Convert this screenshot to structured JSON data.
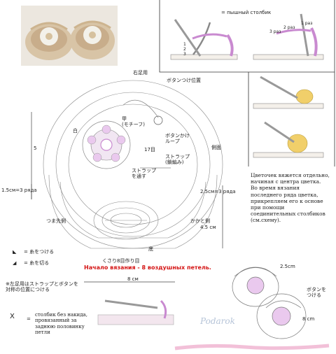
{
  "legend_top": {
    "symbol_desc": "= пышный столбик"
  },
  "step_numbers": {
    "n1": "1",
    "n2": "2",
    "n3": "3",
    "r1": "1 раз",
    "r2": "2 раз",
    "r3": "3 раз"
  },
  "right_foot_label": "右足用",
  "button_position_label": "ボタンつけ位置",
  "motif_labels": {
    "ko": "甲",
    "motif": "(モチーフ)",
    "white": "白"
  },
  "button_loop_label": "ボタンかけ\nループ",
  "loop_stitch_count": "17目",
  "strap_label": "ストラップ\n(鎖編み)",
  "strap_pass_label": "ストラップ\nを通す",
  "side_label": "側面",
  "toe_label": "つま先側",
  "heel_label": "かかと側",
  "sole_label": "底",
  "chain_start_label": "くさり8目作り目",
  "measurements": {
    "m5": "5",
    "m15": "1.5см=3 ряда",
    "m25": "2.5см=3 ряда",
    "m45": "4.5 см",
    "m8": "8 см"
  },
  "description": "Цветочек вяжется отдельно,\nначиная с центра цветка.\nВо время вязания\nпоследнего ряда цветка,\nприкрепляем его к основе\nпри помощи\nсоединительных столбиков\n(см.схему).",
  "red_title": "Начало вязания - 8 воздушных петель.",
  "legend_items": {
    "attach": "= 糸をつける",
    "cut": "= 糸を切る",
    "note": "※左足用はストラップとボタンを\n対称の位置につける"
  },
  "bottom_legend": {
    "symbol": "X",
    "eq": "=",
    "desc": "столбик без накида,\nпровязанный за\nзаднюю половинку\nпетли"
  },
  "shoe_dims": {
    "d1": "2.5cm",
    "d2": "8 cm",
    "button": "ボタンを\nつける"
  },
  "watermark": "Podarok",
  "colors": {
    "red": "#d41414",
    "chart_line": "#7a7a7a",
    "yarn_pink": "#c98ad0",
    "yarn_yellow": "#f1cf6a"
  }
}
